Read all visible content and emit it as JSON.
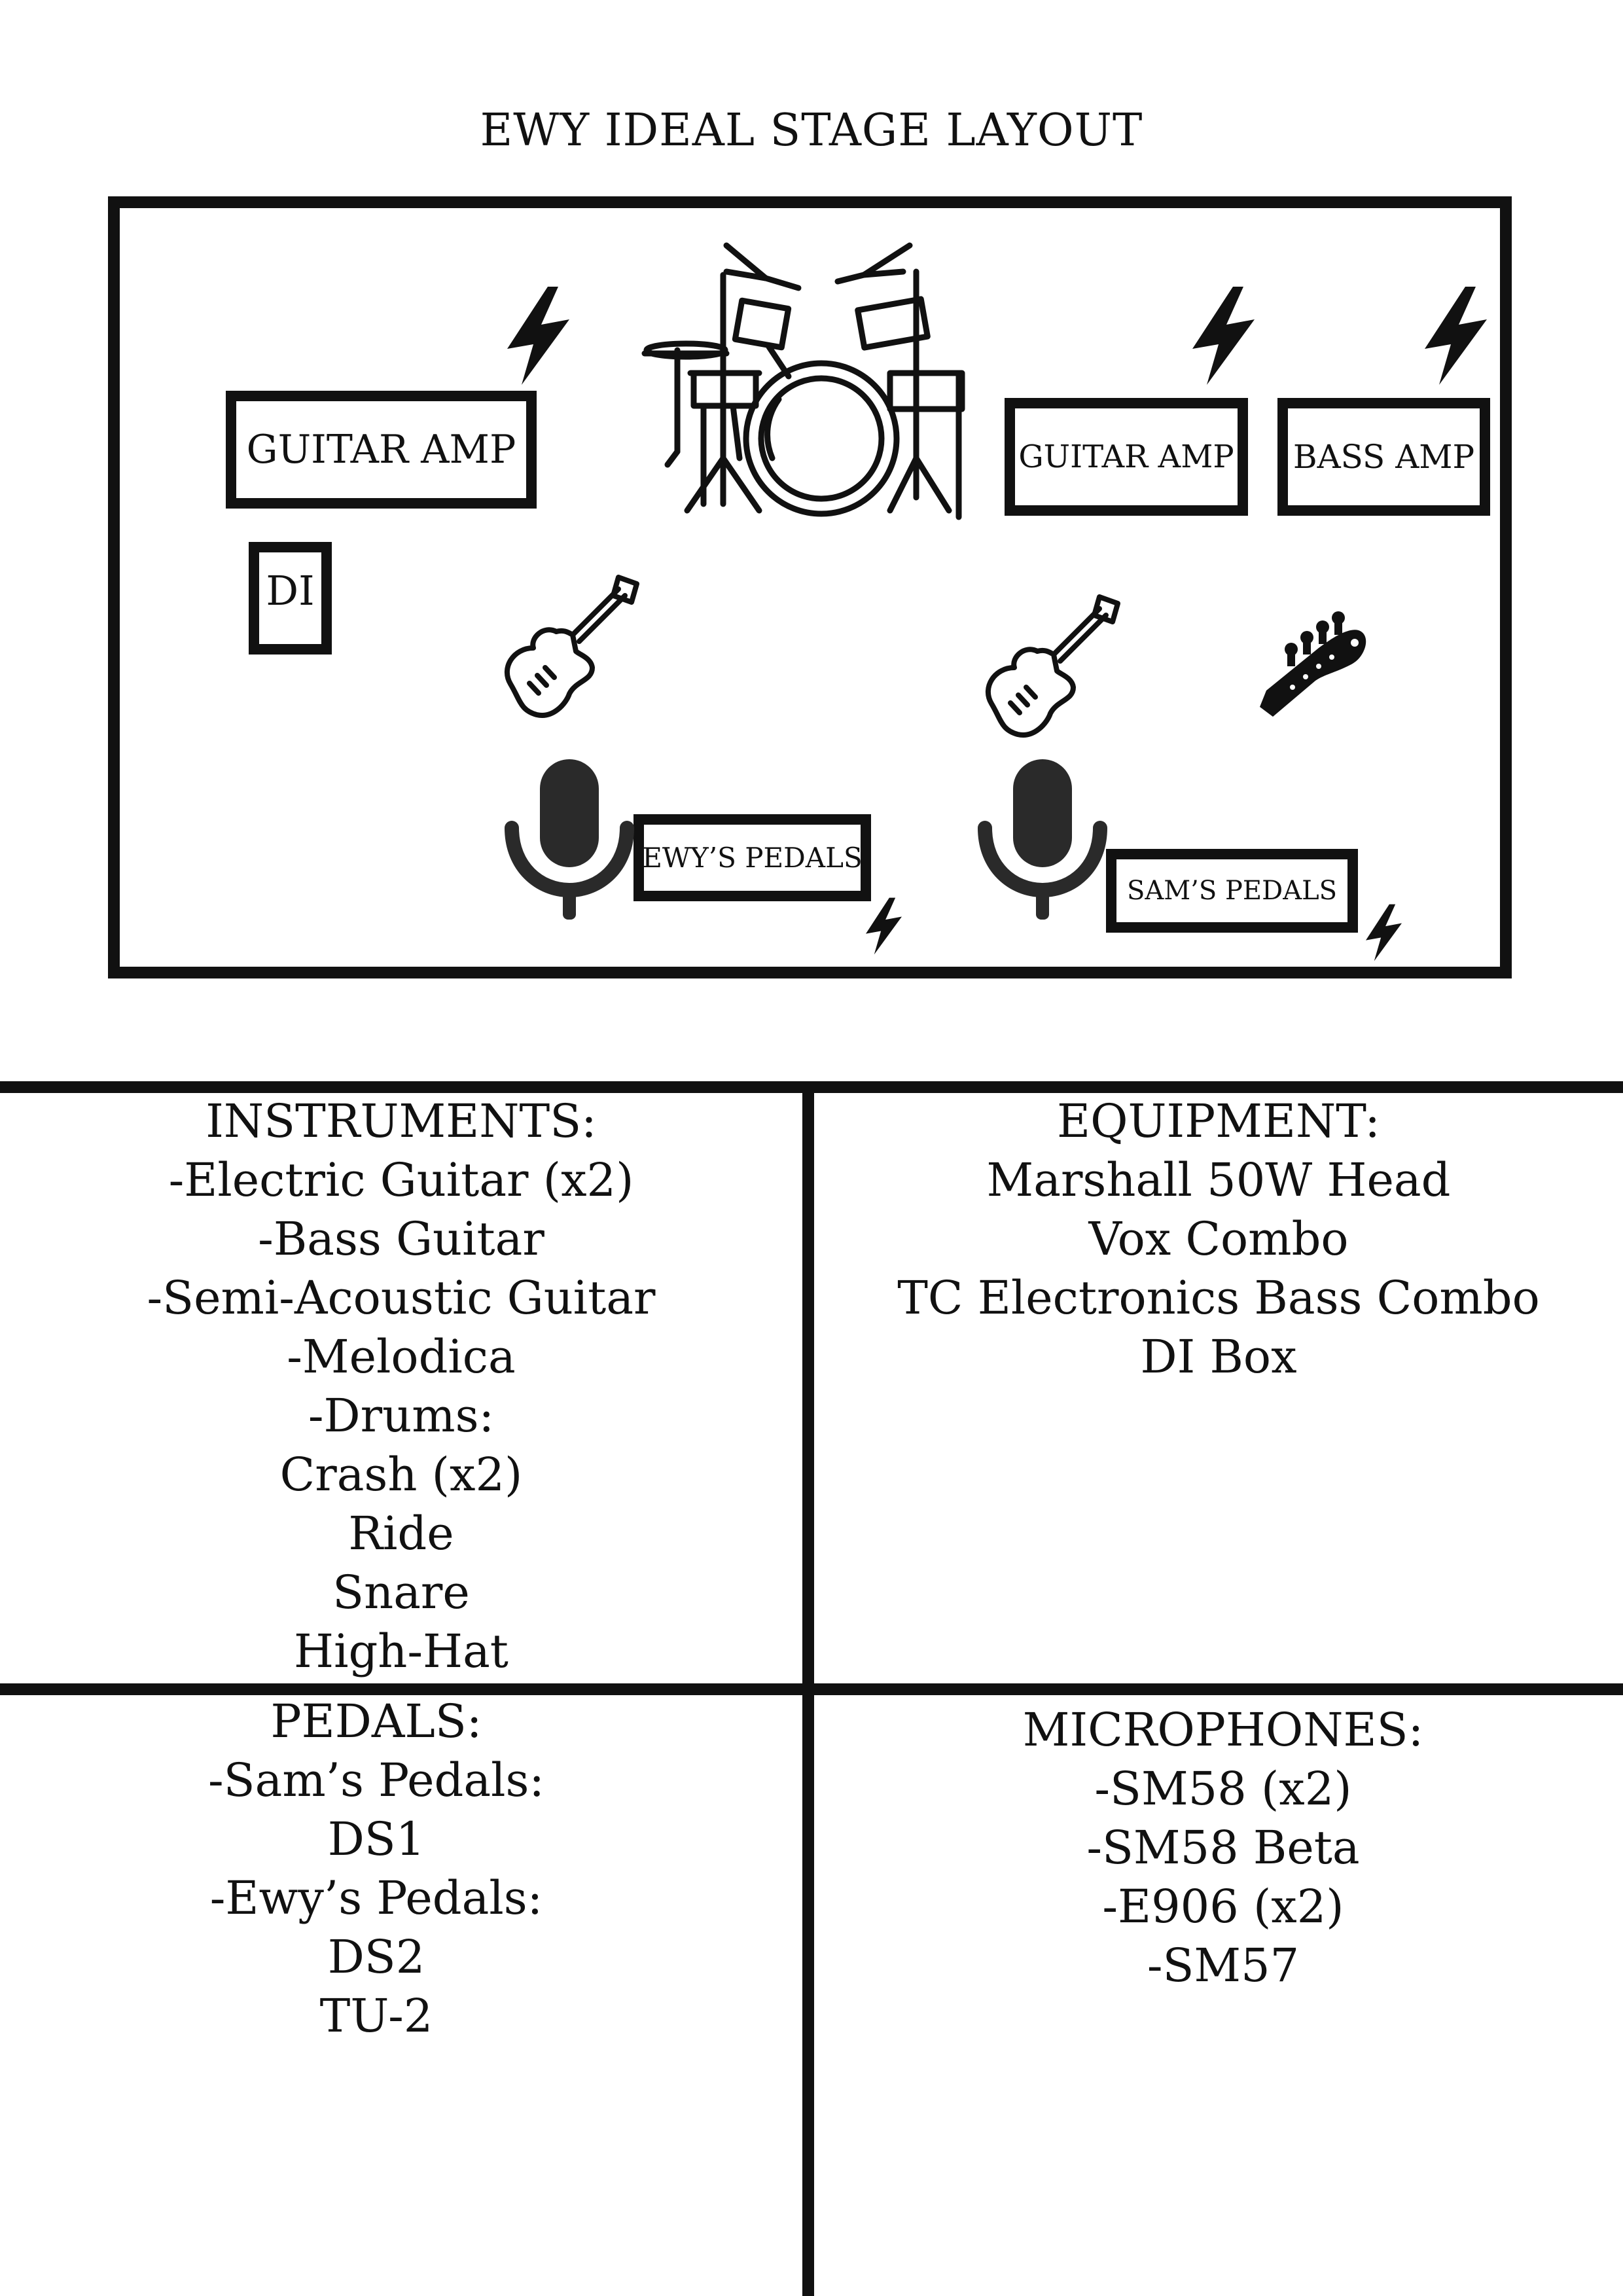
{
  "title": "EWY IDEAL STAGE LAYOUT",
  "stage": {
    "amp_left": "GUITAR AMP",
    "amp_right": "GUITAR AMP",
    "bass_amp": "BASS AMP",
    "di": "DI",
    "ewy_pedals": "EWY’S PEDALS",
    "sam_pedals": "SAM’S PEDALS",
    "icons": [
      "drum-kit-icon",
      "electric-guitar-icon",
      "bass-headstock-icon",
      "microphone-icon",
      "lightning-bolt-icon"
    ]
  },
  "instruments": {
    "heading": "INSTRUMENTS:",
    "items": [
      "-Electric Guitar (x2)",
      "-Bass Guitar",
      "-Semi-Acoustic Guitar",
      "-Melodica",
      "-Drums:",
      "Crash (x2)",
      "Ride",
      "Snare",
      "High-Hat"
    ]
  },
  "equipment": {
    "heading": "EQUIPMENT:",
    "items": [
      "Marshall 50W Head",
      "Vox Combo",
      "TC Electronics Bass Combo",
      "DI Box"
    ]
  },
  "pedals": {
    "heading": "PEDALS:",
    "items": [
      "-Sam’s Pedals:",
      "DS1",
      "-Ewy’s Pedals:",
      "DS2",
      "TU-2"
    ]
  },
  "microphones": {
    "heading": "MICROPHONES:",
    "items": [
      "-SM58 (x2)",
      "-SM58 Beta",
      "-E906 (x2)",
      "-SM57"
    ]
  }
}
